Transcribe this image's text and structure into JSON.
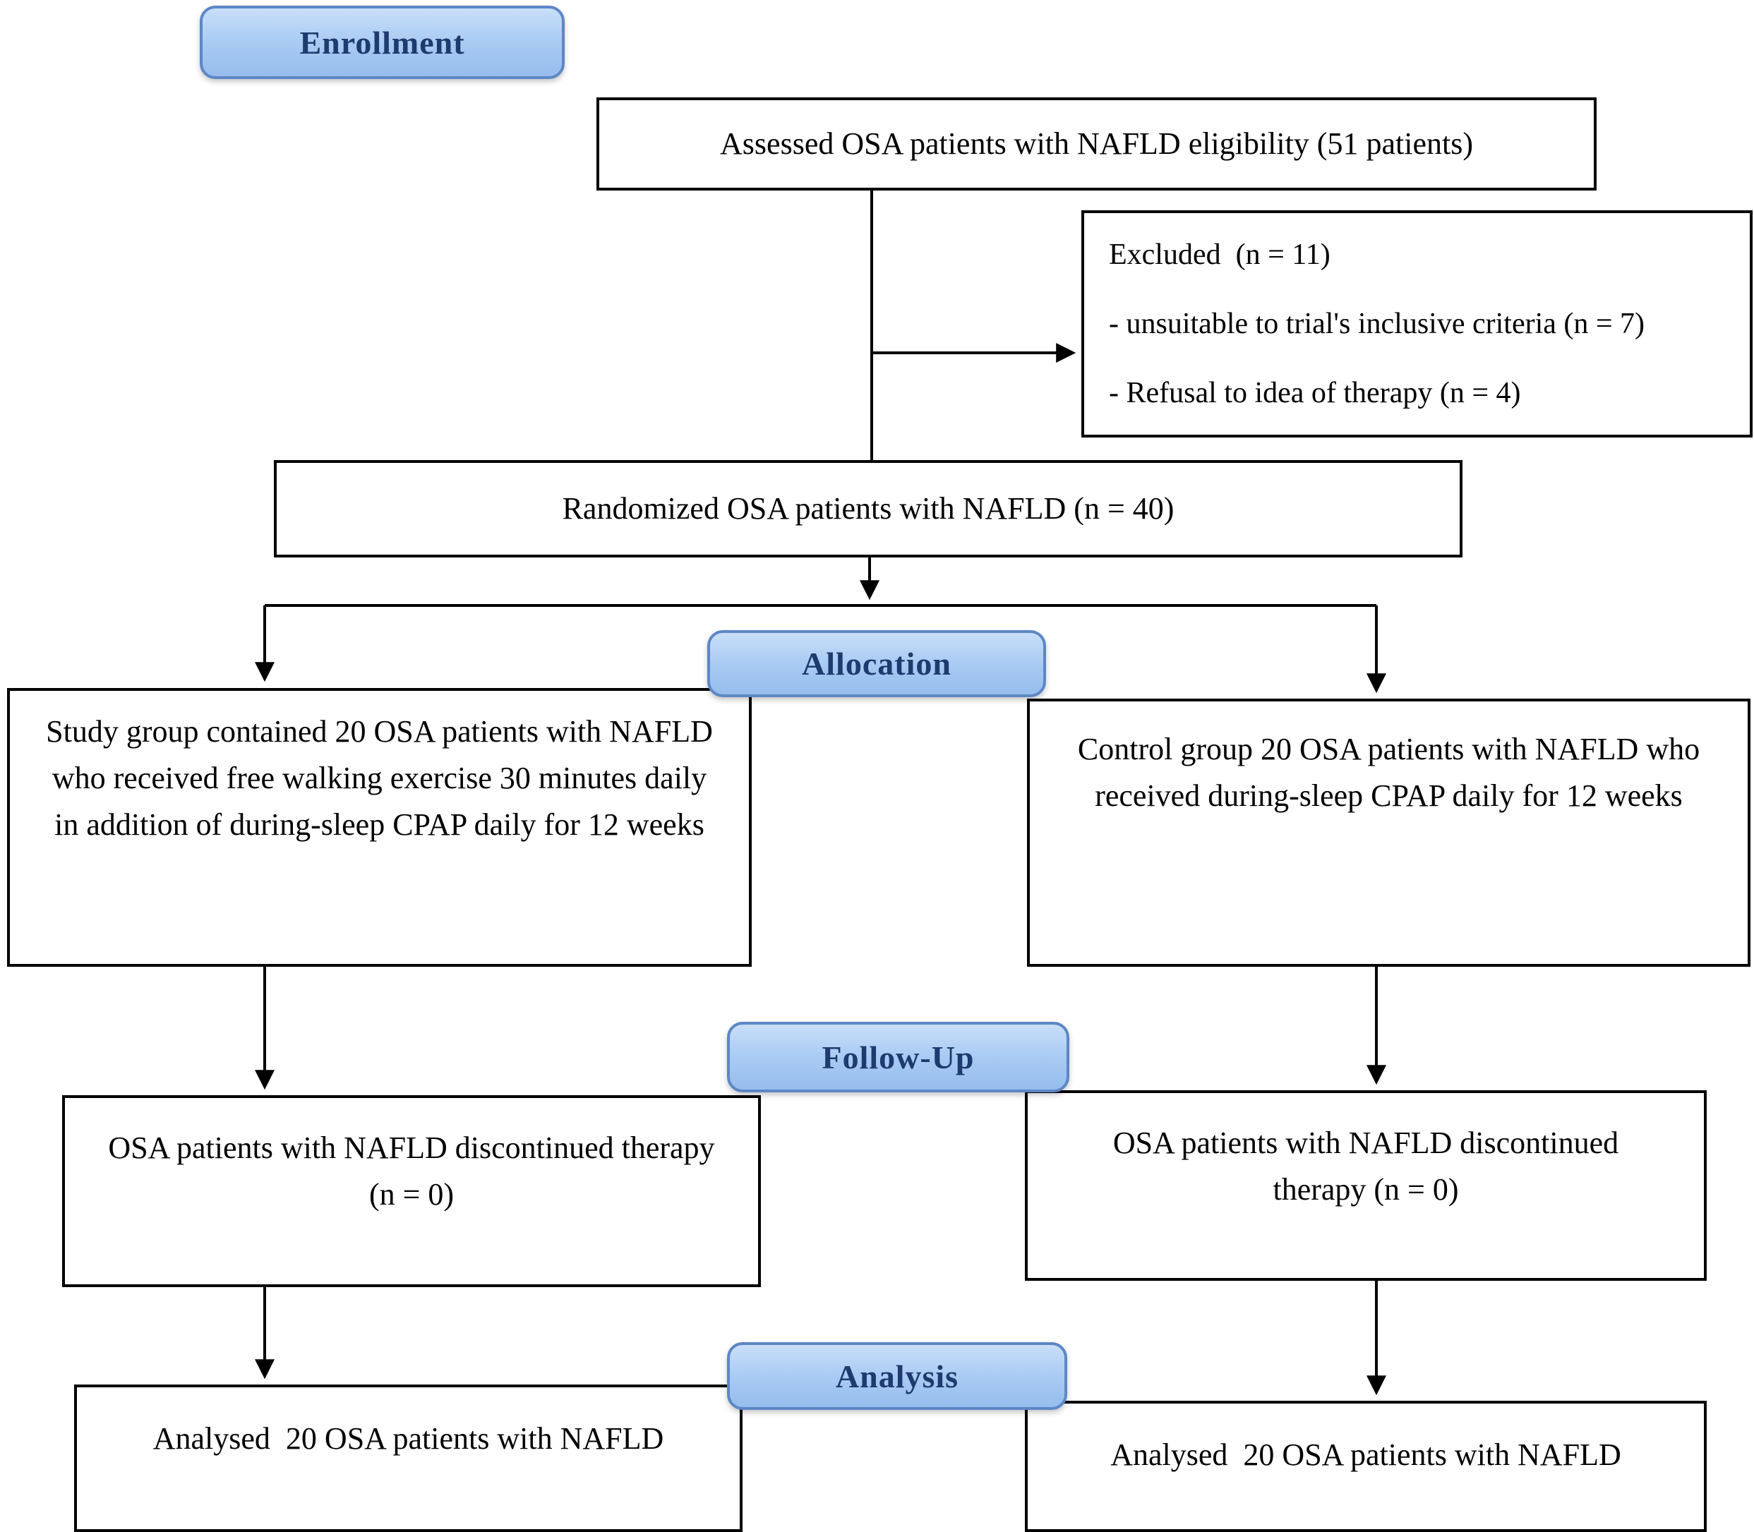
{
  "stages": {
    "enrollment": "Enrollment",
    "allocation": "Allocation",
    "follow_up": "Follow-Up",
    "analysis": "Analysis"
  },
  "boxes": {
    "assessed": "Assessed OSA patients with NAFLD eligibility (51 patients)",
    "excluded": {
      "title": "Excluded  (n = 11)",
      "reasons": [
        "- unsuitable to trial's inclusive criteria (n = 7)",
        "- Refusal to idea of therapy (n = 4)"
      ]
    },
    "randomized": "Randomized OSA patients with NAFLD (n = 40)",
    "study_group": "Study group contained 20 OSA patients with NAFLD who received free walking exercise 30 minutes daily in addition of during-sleep CPAP daily for 12 weeks",
    "control_group": "Control group 20 OSA patients with NAFLD who received during-sleep CPAP daily for 12 weeks",
    "study_follow_up": "OSA patients with NAFLD discontinued therapy (n = 0)",
    "control_follow_up": "OSA patients with NAFLD discontinued therapy (n = 0)",
    "study_analysis": "Analysed  20 OSA patients with NAFLD",
    "control_analysis": "Analysed  20 OSA patients with NAFLD"
  },
  "colors": {
    "stage_fill_top": "#c9def9",
    "stage_fill_bottom": "#96bded",
    "stage_border": "#5d87c5",
    "stage_text": "#1e3a6e",
    "box_border": "#000000",
    "box_background": "#ffffff",
    "connector": "#000000"
  }
}
